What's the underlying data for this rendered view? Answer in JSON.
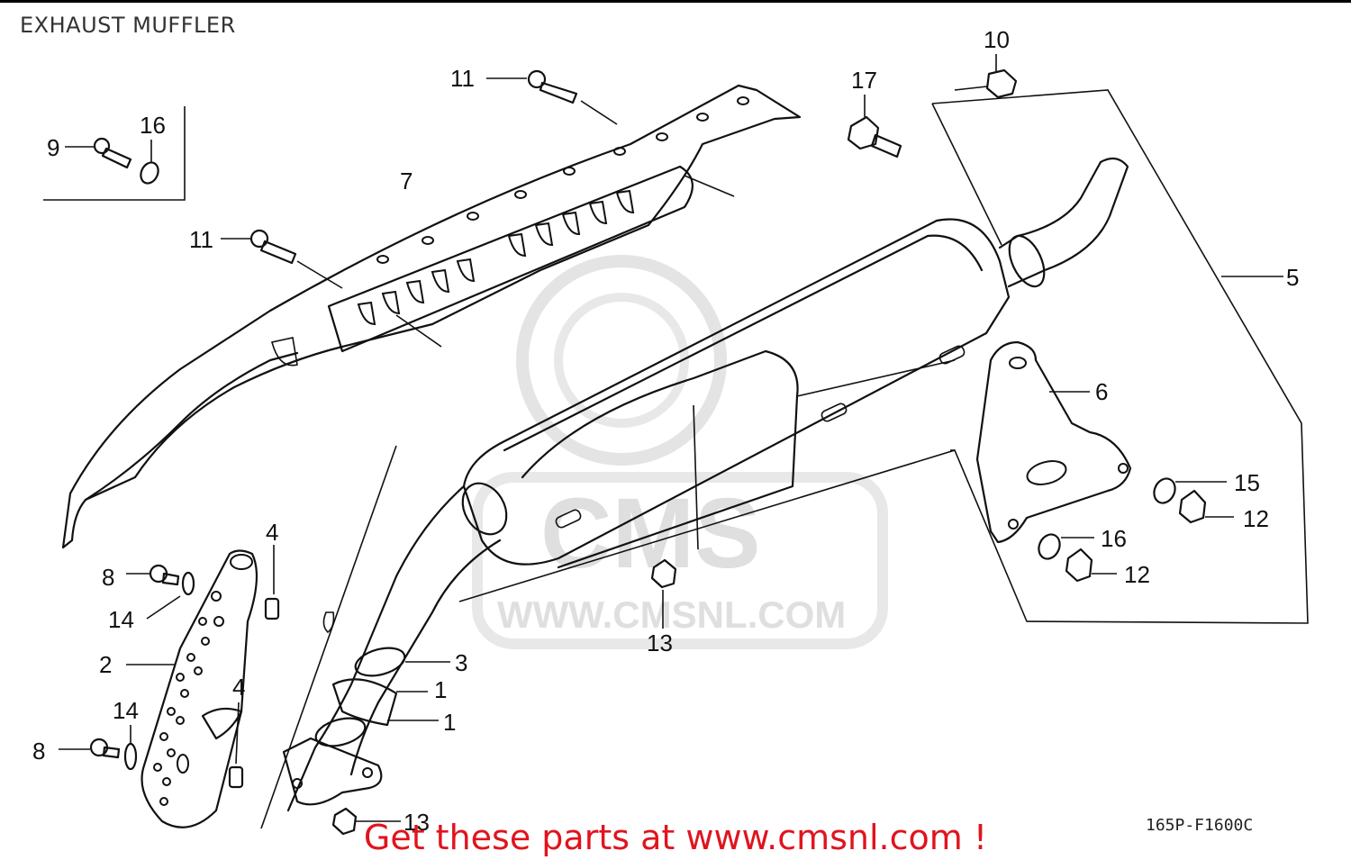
{
  "title": "EXHAUST MUFFLER",
  "footer": "Get these parts at www.cmsnl.com !",
  "diagram_code": "165P-F1600C",
  "watermark": {
    "text": "WWW.CMSNL.COM",
    "logo": "CMS"
  },
  "callouts": [
    {
      "id": "c1a",
      "label": "1"
    },
    {
      "id": "c1b",
      "label": "1"
    },
    {
      "id": "c2",
      "label": "2"
    },
    {
      "id": "c3",
      "label": "3"
    },
    {
      "id": "c4a",
      "label": "4"
    },
    {
      "id": "c4b",
      "label": "4"
    },
    {
      "id": "c5",
      "label": "5"
    },
    {
      "id": "c6",
      "label": "6"
    },
    {
      "id": "c7",
      "label": "7"
    },
    {
      "id": "c8a",
      "label": "8"
    },
    {
      "id": "c8b",
      "label": "8"
    },
    {
      "id": "c9",
      "label": "9"
    },
    {
      "id": "c10",
      "label": "10"
    },
    {
      "id": "c11a",
      "label": "11"
    },
    {
      "id": "c11b",
      "label": "11"
    },
    {
      "id": "c12a",
      "label": "12"
    },
    {
      "id": "c12b",
      "label": "12"
    },
    {
      "id": "c13a",
      "label": "13"
    },
    {
      "id": "c13b",
      "label": "13"
    },
    {
      "id": "c14a",
      "label": "14"
    },
    {
      "id": "c14b",
      "label": "14"
    },
    {
      "id": "c15",
      "label": "15"
    },
    {
      "id": "c16a",
      "label": "16"
    },
    {
      "id": "c16b",
      "label": "16"
    },
    {
      "id": "c17",
      "label": "17"
    }
  ]
}
